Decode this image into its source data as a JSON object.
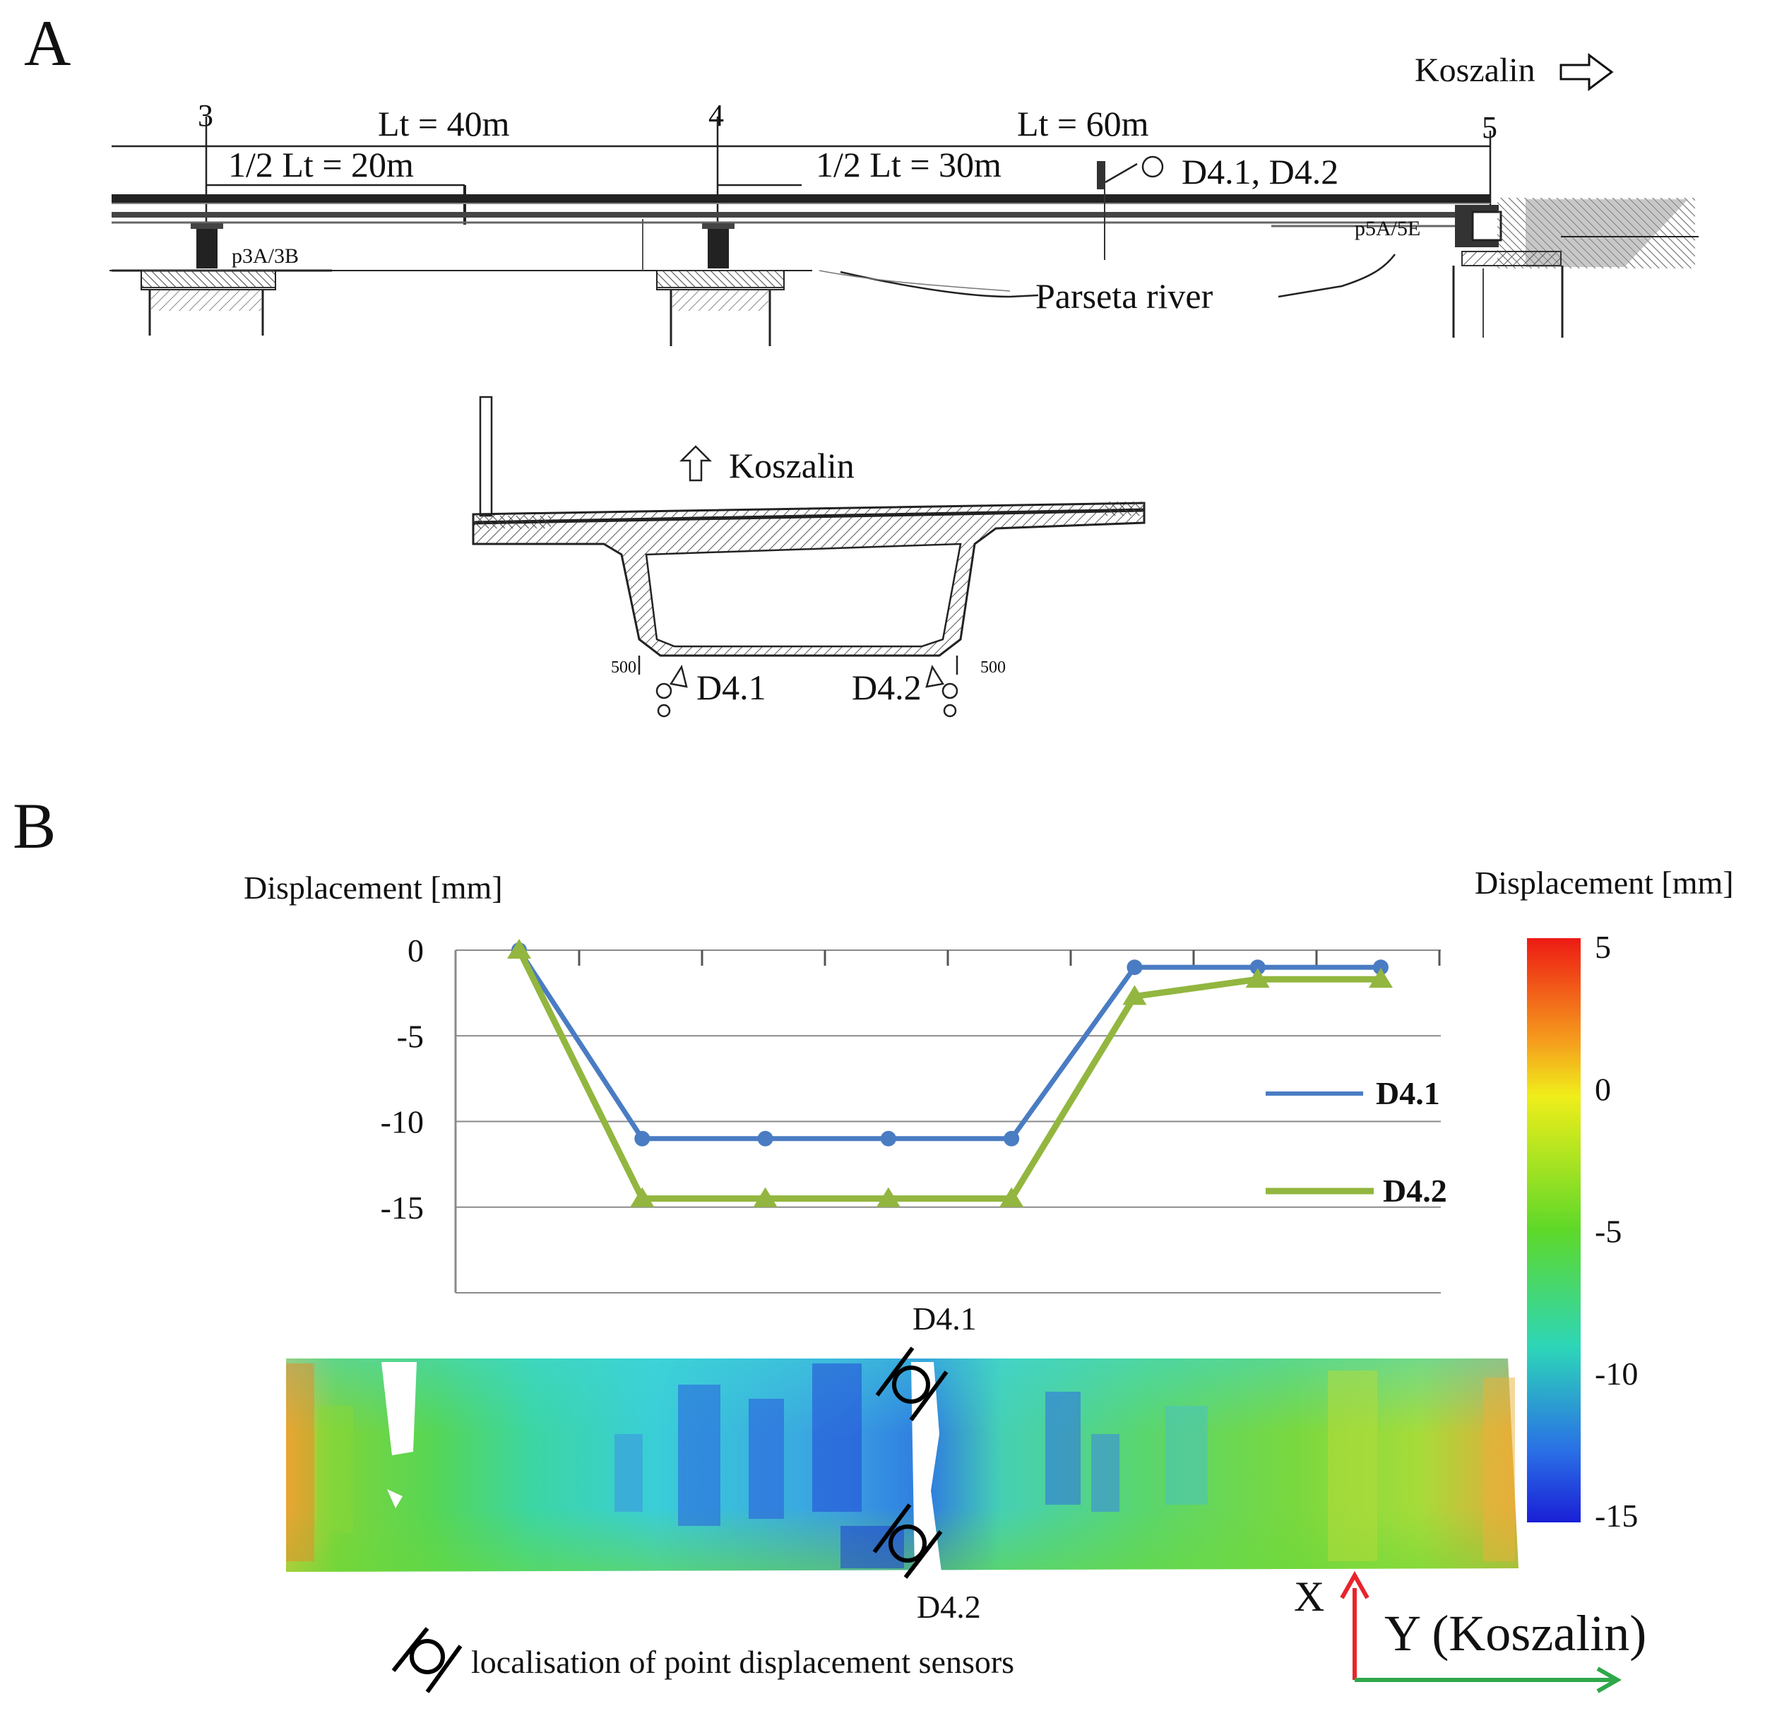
{
  "panel_a": {
    "label": "A",
    "direction_label": "Koszalin",
    "support_3": "3",
    "support_4": "4",
    "support_5": "5",
    "span_left_length": "Lt = 40m",
    "span_left_half": "1/2 Lt = 20m",
    "span_right_length": "Lt = 60m",
    "span_right_half": "1/2 Lt = 30m",
    "sensor_label": "D4.1, D4.2",
    "bearing_left": "p3A/3B",
    "bearing_right": "p5A/5E",
    "river_label": "Parseta river",
    "section_direction": "Koszalin",
    "dim_500_left": "500",
    "dim_500_right": "500",
    "section_sensor_1": "D4.1",
    "section_sensor_2": "D4.2"
  },
  "panel_b": {
    "label": "B",
    "left_axis_title": "Displacement [mm]",
    "colorbar_title": "Displacement [mm]",
    "colorbar_ticks": [
      "5",
      "0",
      "-5",
      "-10",
      "-15"
    ],
    "colorbar_colors": [
      "#ee1a14",
      "#f5a01d",
      "#f0ee1a",
      "#5ed829",
      "#2dd6b8",
      "#2a6ee6",
      "#1a1fd6"
    ],
    "map_label_top": "D4.1",
    "map_label_bottom": "D4.2",
    "legend_note": "localisation of point displacement sensors",
    "axis_x": "X",
    "axis_y": "Y (Koszalin)",
    "axis_x_color": "#e8242b",
    "axis_y_color": "#2ea84a"
  },
  "chart_data": {
    "type": "line",
    "ylabel": "Displacement [mm]",
    "ylim": [
      -20,
      0
    ],
    "yticks": [
      "0",
      "-5",
      "-10",
      "-15"
    ],
    "x": [
      1,
      2,
      3,
      4,
      5,
      6,
      7,
      8
    ],
    "series": [
      {
        "name": "D4.1",
        "color": "#4a7cc3",
        "values": [
          0,
          -11,
          -11,
          -11,
          -11,
          -1,
          -1,
          -1
        ]
      },
      {
        "name": "D4.2",
        "color": "#92b63f",
        "values": [
          0,
          -14.5,
          -14.5,
          -14.5,
          -14.5,
          -2.7,
          -1.7,
          -1.7
        ]
      }
    ],
    "grid": true,
    "legend_position": "right"
  }
}
